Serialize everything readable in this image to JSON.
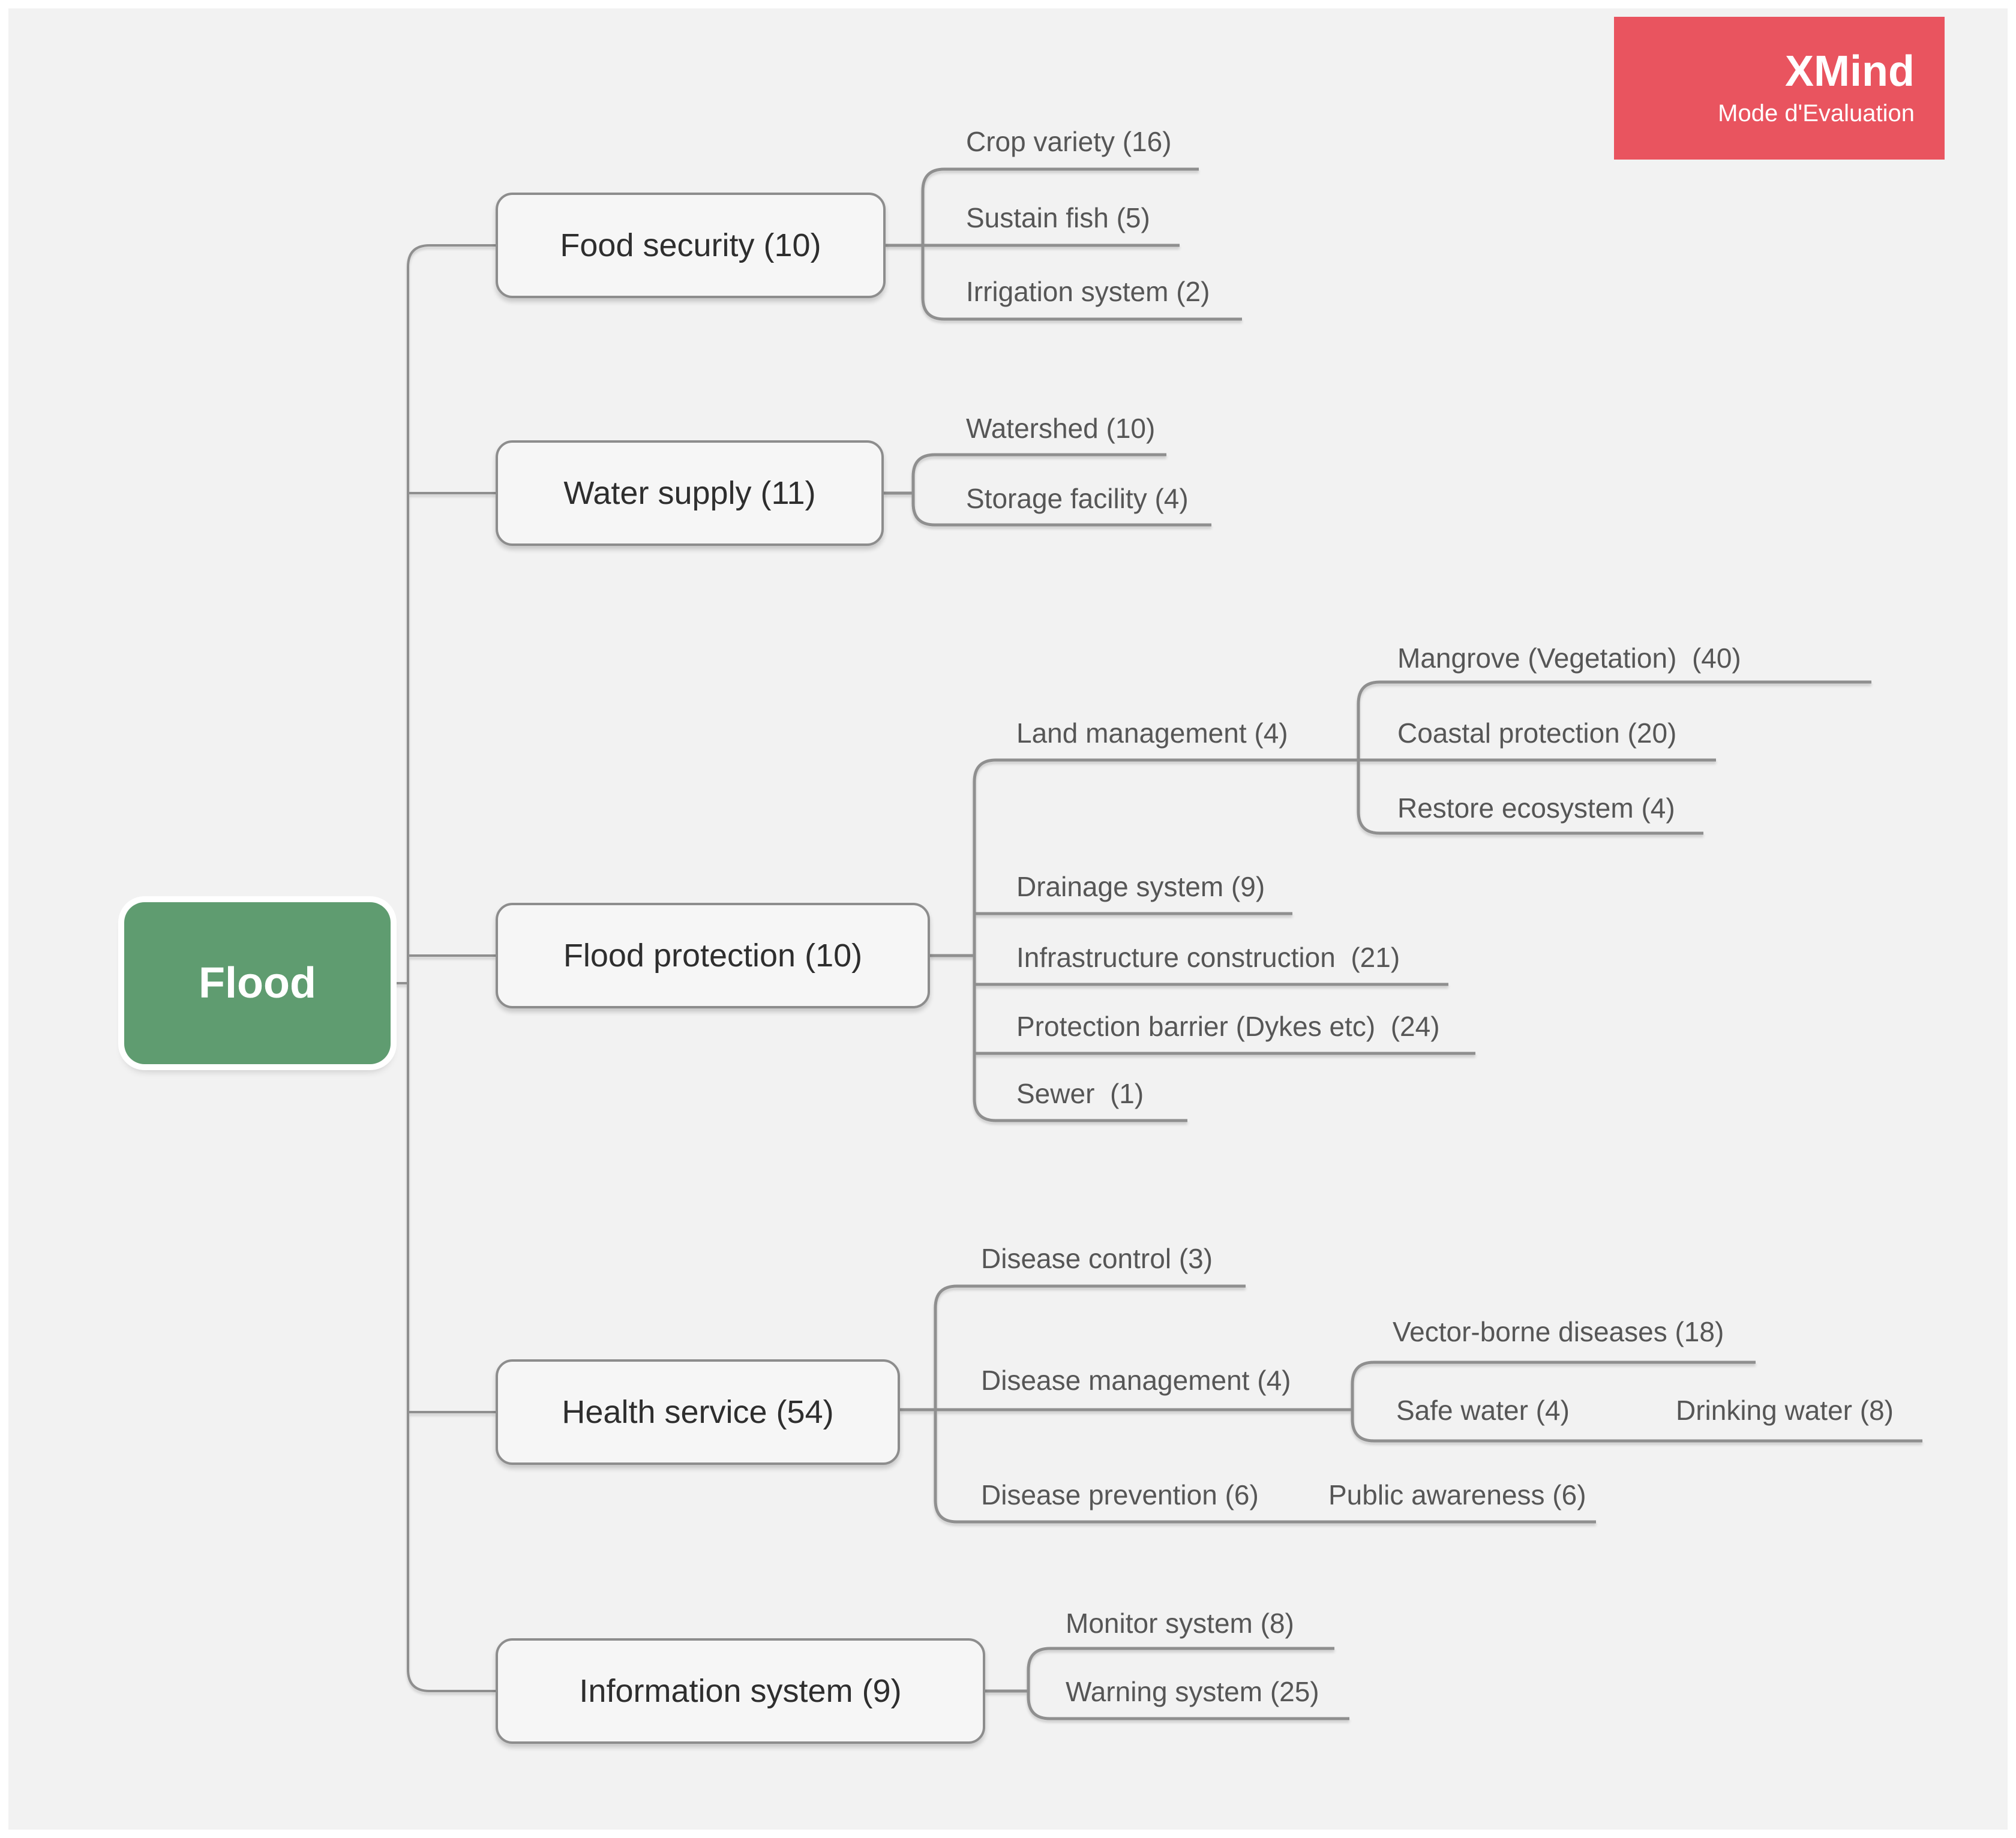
{
  "watermark": {
    "brand": "XMind",
    "subtitle": "Mode d'Evaluation"
  },
  "map": {
    "root": {
      "label": "Flood"
    },
    "branches": [
      {
        "label": "Food security (10)",
        "children": [
          {
            "label": "Crop variety (16)"
          },
          {
            "label": "Sustain fish (5)"
          },
          {
            "label": "Irrigation system (2)"
          }
        ]
      },
      {
        "label": "Water supply (11)",
        "children": [
          {
            "label": "Watershed (10)"
          },
          {
            "label": "Storage facility (4)"
          }
        ]
      },
      {
        "label": "Flood protection (10)",
        "children": [
          {
            "label": "Land management (4)",
            "children": [
              {
                "label": "Mangrove (Vegetation)  (40)"
              },
              {
                "label": "Coastal protection (20)"
              },
              {
                "label": "Restore ecosystem (4)"
              }
            ]
          },
          {
            "label": "Drainage system (9)"
          },
          {
            "label": "Infrastructure construction  (21)"
          },
          {
            "label": "Protection barrier (Dykes etc)  (24)"
          },
          {
            "label": "Sewer  (1)"
          }
        ]
      },
      {
        "label": "Health service (54)",
        "children": [
          {
            "label": "Disease control (3)"
          },
          {
            "label": "Disease management (4)",
            "children": [
              {
                "label": "Vector-borne diseases (18)"
              },
              {
                "label": "Safe water (4)",
                "children": [
                  {
                    "label": "Drinking water (8)"
                  }
                ]
              }
            ]
          },
          {
            "label": "Disease prevention (6)",
            "children": [
              {
                "label": "Public awareness (6)"
              }
            ]
          }
        ]
      },
      {
        "label": "Information system (9)",
        "children": [
          {
            "label": "Monitor system (8)"
          },
          {
            "label": "Warning system (25)"
          }
        ]
      }
    ]
  },
  "colors": {
    "root_green": "#5f9c70",
    "watermark_red": "#e9545f",
    "line_gray": "#8f8f8f",
    "canvas_bg": "#f2f2f2",
    "topic_text": "#2e2e2e",
    "leaf_text": "#565656"
  }
}
